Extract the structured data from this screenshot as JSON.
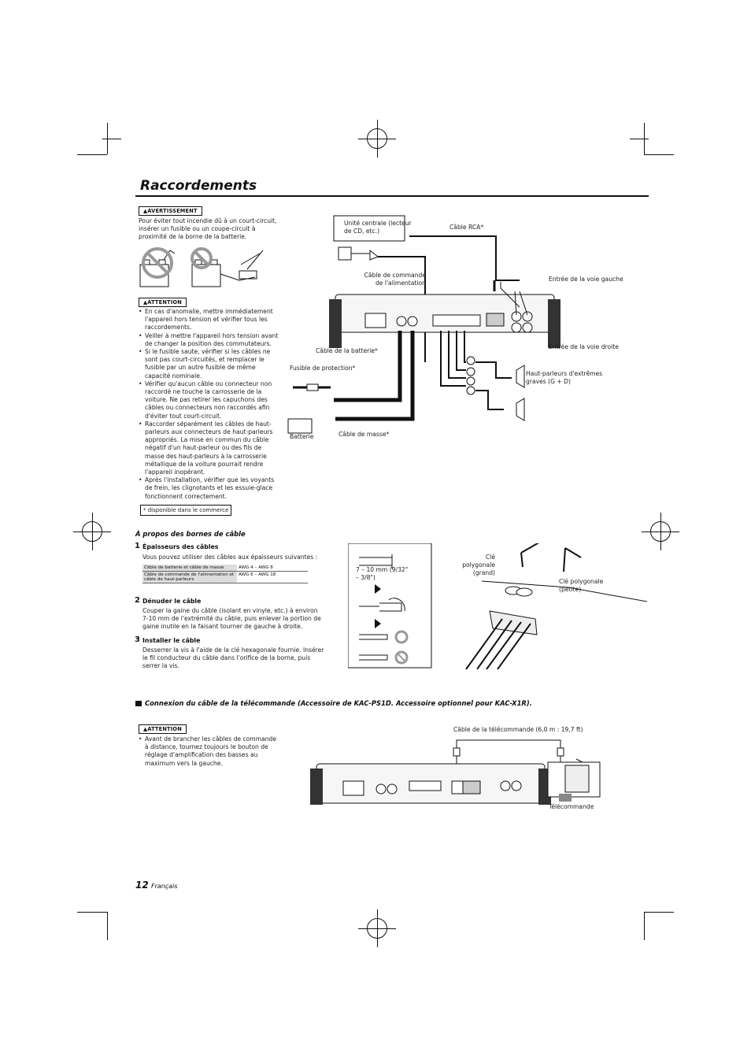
{
  "title": "Raccordements",
  "warning": {
    "label": "AVERTISSEMENT",
    "text": "Pour éviter tout incendie dû à un court-circuit, insérer un fusible ou un coupe-circuit à proximité de la borne de la batterie."
  },
  "attention": {
    "label": "ATTENTION",
    "items": [
      "En cas d'anomalie, mettre immédiatement l'appareil hors tension et vérifier tous les raccordements.",
      "Veiller à mettre l'appareil hors tension avant de changer la position des commutateurs.",
      "Si le fusible saute, vérifier si les câbles ne sont pas court-circuités, et remplacer le fusible par un autre fusible de même capacité nominale.",
      "Vérifier qu'aucun câble ou connecteur non raccordé ne touche la carrosserie de la voiture. Ne pas retirer les capuchons des câbles ou connecteurs non raccordés afin d'éviter tout court-circuit.",
      "Raccorder séparément les câbles de haut-parleurs aux connecteurs de haut-parleurs appropriés. La mise en commun du câble négatif d'un haut-parleur ou des fils de masse des haut-parleurs à la carrosserie métallique de la voiture pourrait rendre l'appareil inopérant.",
      "Après l'installation, vérifier que les voyants de frein, les clignotants et les essuie-glace fonctionnent correctement."
    ]
  },
  "note_commerce": "* disponible dans le commerce",
  "diagram1": {
    "head_unit": "Unité centrale (lecteur de CD, etc.)",
    "rca": "Câble RCA*",
    "power_control": "Câble de commande de l'alimentation",
    "left_input": "Entrée de la voie gauche",
    "right_input": "Entrée de la voie droite",
    "battery_cable": "Câble de la batterie*",
    "fuse": "Fusible de protection*",
    "subwoofers": "Haut-parleurs d'extrêmes graves (G + D)",
    "battery": "Batterie",
    "ground": "Câble de masse*"
  },
  "terminals": {
    "heading": "À propos des bornes de câble",
    "step1": {
      "num": "1",
      "title": "Épaisseurs des câbles",
      "text": "Vous pouvez utiliser des câbles aux épaisseurs suivantes :",
      "table": [
        [
          "Câble de batterie et câble de masse",
          "AWG 4 – AWG 8"
        ],
        [
          "Câble de commande de l'alimentation et câble de haut-parleurs",
          "AWG 6 – AWG 18"
        ]
      ]
    },
    "step2": {
      "num": "2",
      "title": "Dénuder le câble",
      "text": "Couper la gaine du câble (isolant en vinyle, etc.) à environ 7-10 mm de l'extrémité du câble, puis enlever la portion de gaine inutile en la faisant tourner de gauche à droite."
    },
    "step3": {
      "num": "3",
      "title": "Installer le câble",
      "text": "Desserrer la vis à l'aide de la clé hexagonale fournie. Insérer le fil conducteur du câble dans l'orifice de la borne, puis serrer la vis."
    }
  },
  "diagram2": {
    "strip": "7 – 10 mm (9/32\" – 3/8\")",
    "key_large": "Clé polygonale (grand)",
    "key_small": "Clé polygonale (petite)"
  },
  "remote_section": {
    "heading": "Connexion du câble de la télécommande (Accessoire de KAC-PS1D. Accessoire optionnel pour KAC-X1R).",
    "attention_label": "ATTENTION",
    "attention_text": "Avant de brancher les câbles de commande à distance, tournez toujours le bouton de réglage d'amplification des basses au maximum vers la gauche.",
    "cable": "Câble de la télécommande (6,0 m : 19,7 ft)",
    "remote": "Télécommande"
  },
  "footer": {
    "page": "12",
    "lang": "Français"
  }
}
